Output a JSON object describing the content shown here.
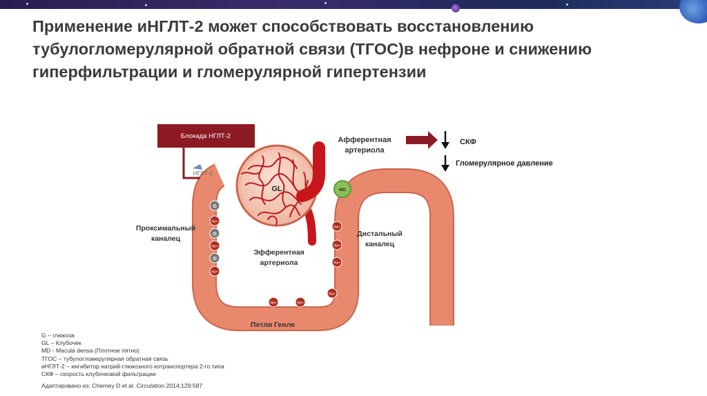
{
  "title": "Применение иНГЛТ-2 может способствовать восстановлению тубулогломерулярной обратной связи (ТГОС)в нефроне и снижению гиперфильтрации и гломерулярной гипертензии",
  "blockade_label": "Блокада НГЛТ-2",
  "sglt2_label": "НГЛТ-2",
  "labels": {
    "afferent": [
      "Афферентная",
      "артериола"
    ],
    "efferent": [
      "Эфферентная",
      "артериола"
    ],
    "proximal": [
      "Проксимальный",
      "каналец"
    ],
    "distal": [
      "Дистальный",
      "каналец"
    ],
    "henle": "Петля Генле",
    "glomerulus": "GL",
    "macula": "MD",
    "gfr": "СКФ",
    "glomerular_pressure": "Гломерулярное давление"
  },
  "markers": {
    "glucose": "G",
    "sodium": "Na+"
  },
  "legend": [
    "G – глюкоза",
    "GL – Клубочек",
    "MD - Macula densa (Плотное пятно)",
    "ТГОС – тубулогломерулярная обратная связь",
    "иНГЛТ-2 – ингибитор натрий-глюкозного котранспортера 2-го типа",
    "СКФ – скорость клубочковой фильтрации"
  ],
  "source": "Адаптировано из: Cherney D et al. Circulation 2014;129:587",
  "colors": {
    "tubule_fill": "#e8886c",
    "tubule_border": "#c9664f",
    "dark_red": "#8b1a24",
    "vessel_red": "#c8161d",
    "glomerulus_fill": "#f5c9b8",
    "glucose_marker": "#777777",
    "sodium_marker": "#b02b1d",
    "macula_green": "#8cbe5a"
  }
}
